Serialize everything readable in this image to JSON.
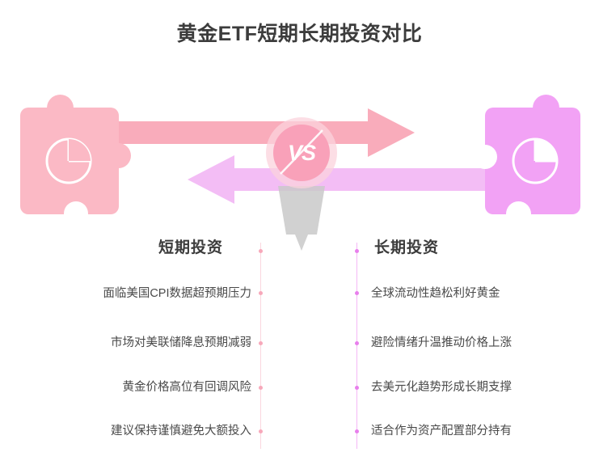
{
  "title": "黄金ETF短期长期投资对比",
  "center": {
    "badge_label": "VS"
  },
  "columns": {
    "left": {
      "heading": "短期投资",
      "accent_color": "#fbb9c5",
      "items": [
        "面临美国CPI数据超预期压力",
        "市场对美联储降息预期减弱",
        "黄金价格高位有回调风险",
        "建议保持谨慎避免大额投入"
      ]
    },
    "right": {
      "heading": "长期投资",
      "accent_color": "#f2a2f5",
      "items": [
        "全球流动性趋松利好黄金",
        "避险情绪升温推动价格上涨",
        "去美元化趋势形成长期支撑",
        "适合作为资产配置部分持有"
      ]
    }
  },
  "icons": {
    "left_block": "pie-chart-icon",
    "right_block": "pie-chart-icon",
    "arrow_right": "arrow-right-icon",
    "arrow_left": "arrow-left-icon",
    "arrow_down": "arrow-down-icon"
  },
  "colors": {
    "title_text": "#3c3c3c",
    "pink": "#fbb9c5",
    "magenta": "#f2a2f5",
    "arrow_right_fill": "#f9acbb",
    "arrow_left_fill": "#f3bdf5",
    "arrow_down_fill": "#c4c4c4",
    "badge_fill": "#f9a8bd",
    "body_text": "#4a4a4a"
  }
}
